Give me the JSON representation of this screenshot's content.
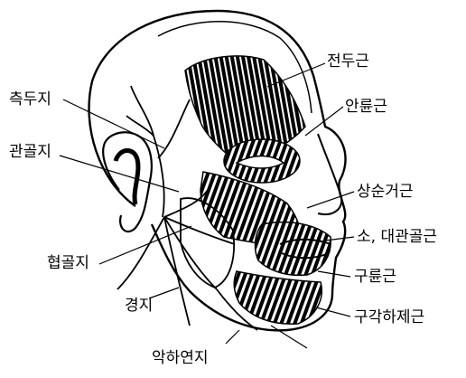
{
  "labels": {
    "frontalis": "전두근",
    "orbicularis_oculi": "안륜근",
    "levator_labii": "상순거근",
    "zygomaticus": "소, 대관골근",
    "orbicularis_oris": "구륜근",
    "depressor_anguli": "구각하제근",
    "temporal_branch": "측두지",
    "zygomatic_branch": "관골지",
    "buccal_branch": "협골지",
    "cervical_branch": "경지",
    "mandibular_branch": "악하연지"
  },
  "colors": {
    "ink": "#000000",
    "paper": "#ffffff"
  }
}
